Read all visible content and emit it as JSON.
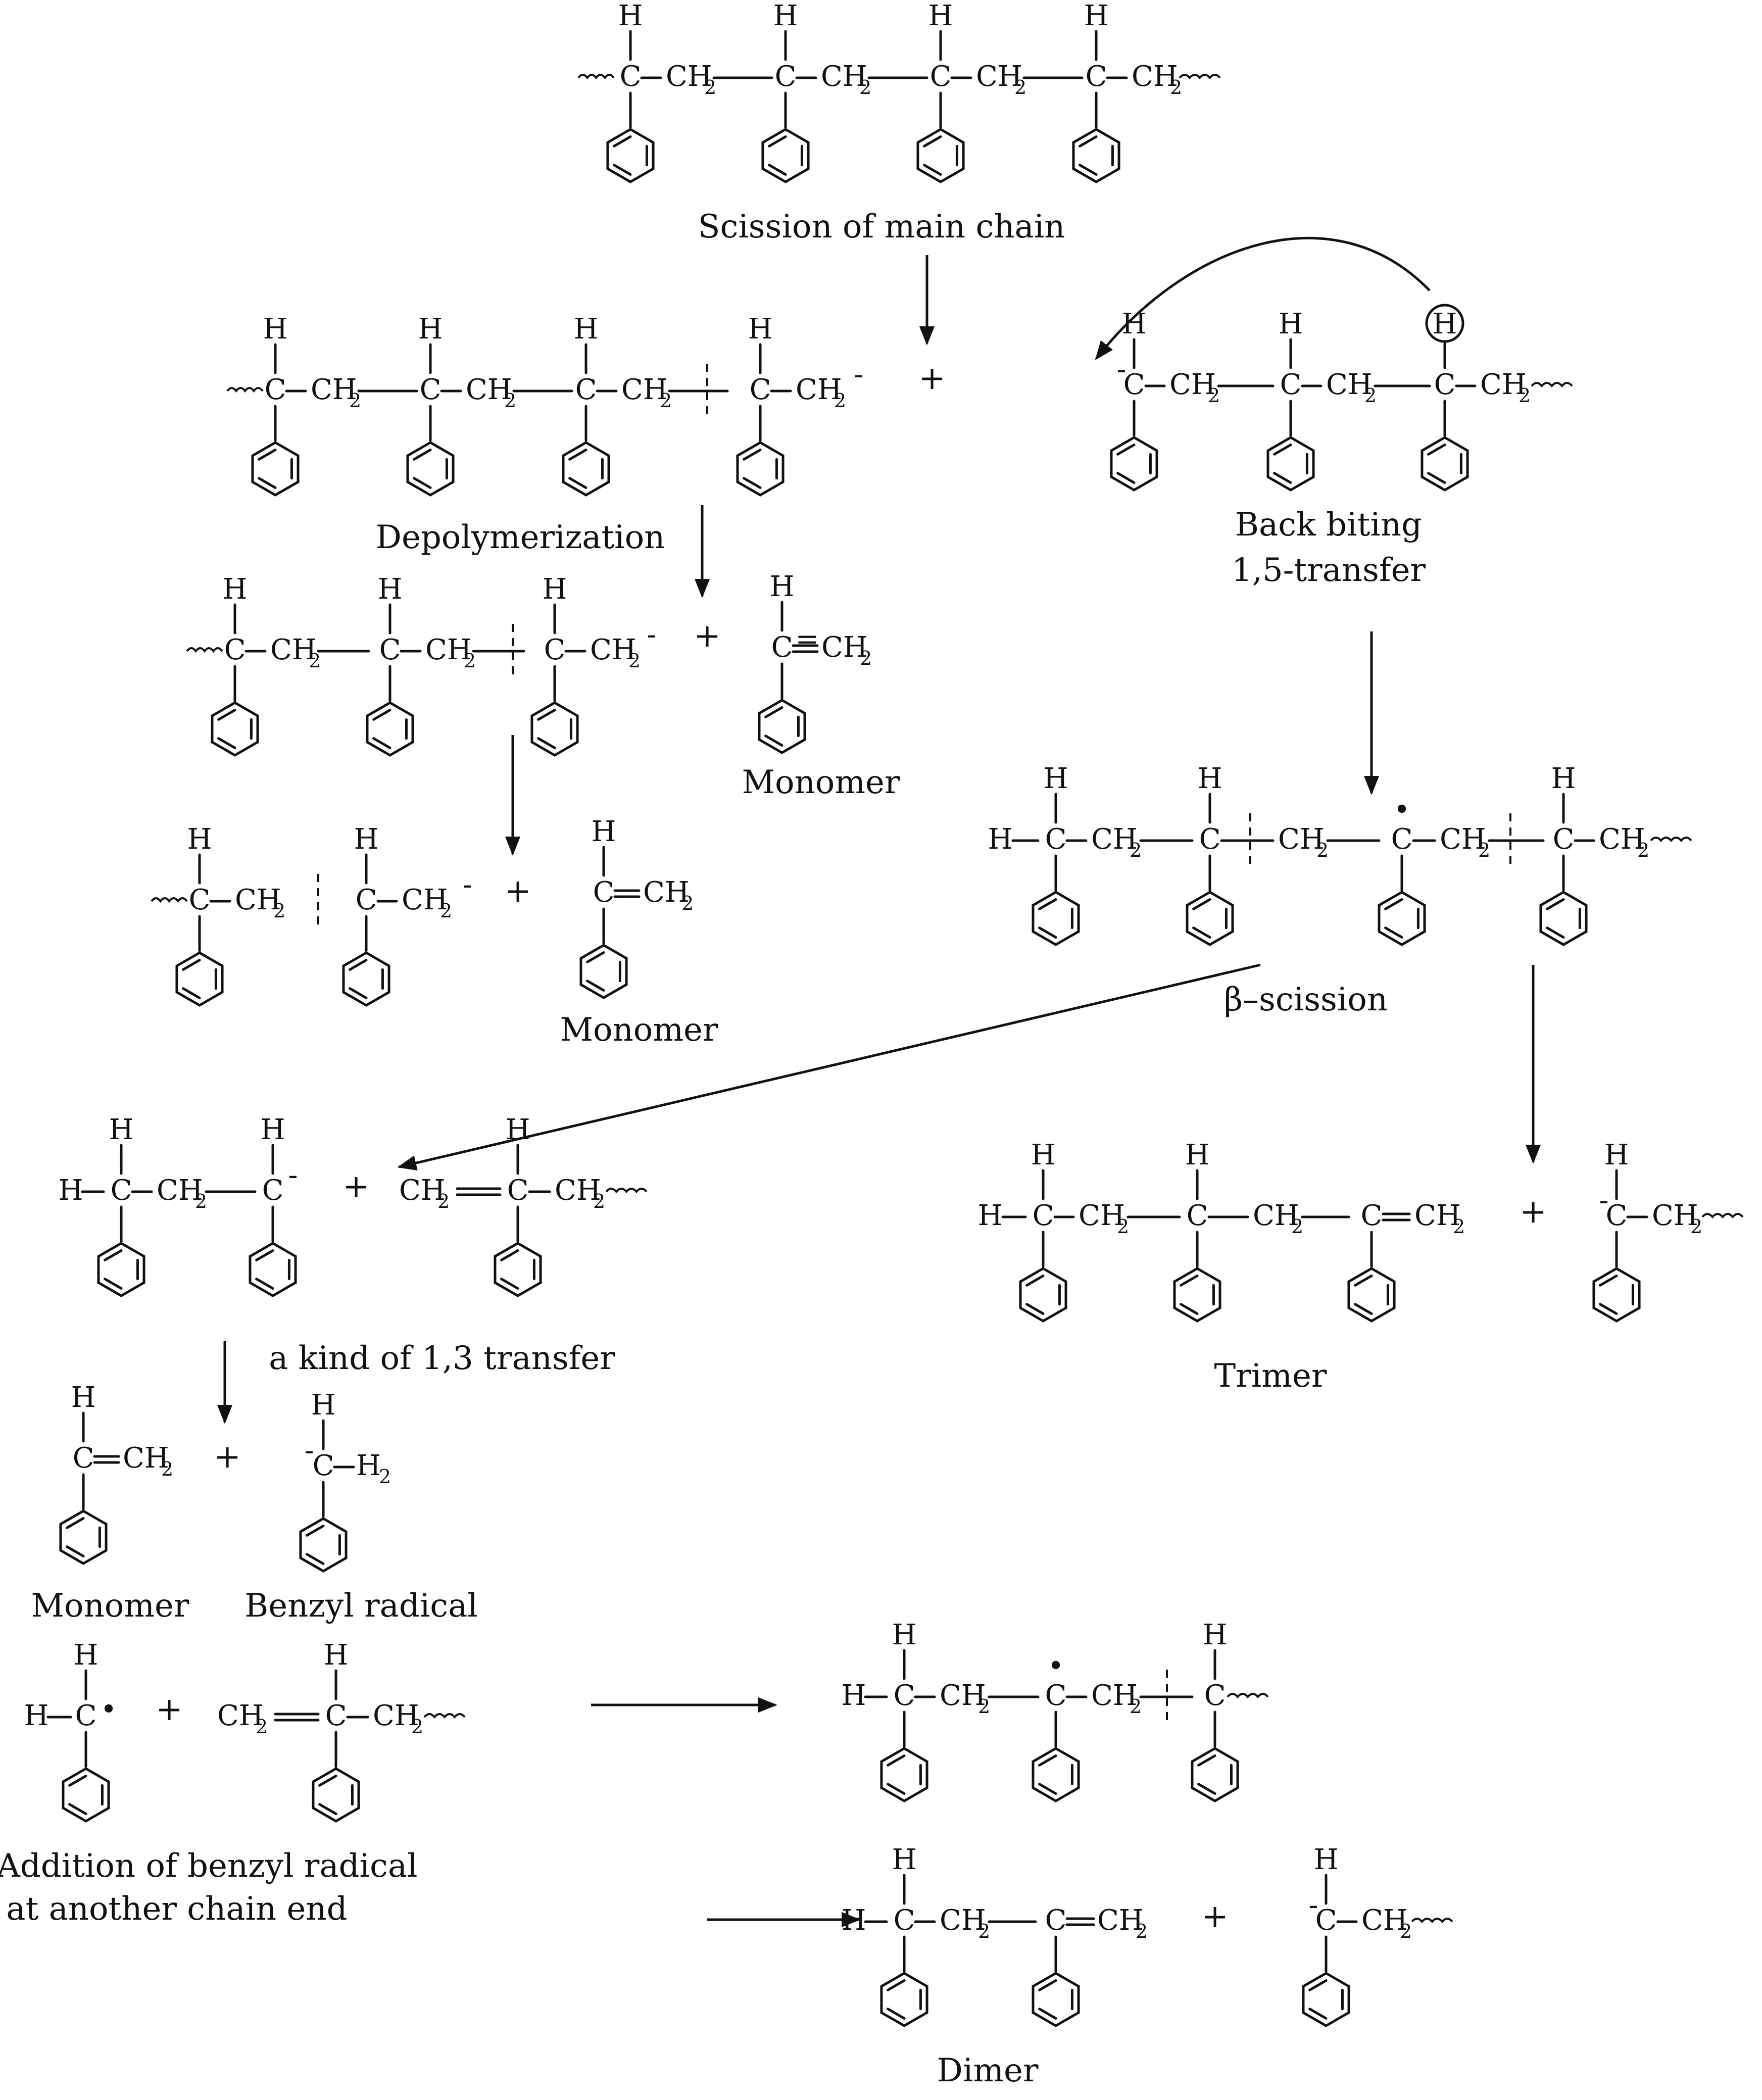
{
  "labels": {
    "scission": "Scission of main chain",
    "depolymerization": "Depolymerization",
    "back_biting_1": "Back biting",
    "back_biting_2": "1,5-transfer",
    "monomer_1": "Monomer",
    "monomer_2": "Monomer",
    "beta_scission": "β–scission",
    "trimer": "Trimer",
    "one_three_transfer": "a kind of 1,3 transfer",
    "monomer_3": "Monomer",
    "benzyl_radical": "Benzyl radical",
    "addition_1": "Addition of benzyl radical",
    "addition_2": "at another chain end",
    "dimer": "Dimer"
  },
  "symbols": {
    "plus": "+",
    "H": "H",
    "C": "C",
    "CH": "CH",
    "sub2": "2",
    "minus": "-",
    "radical_dot": "•",
    "circled_H": "H"
  }
}
